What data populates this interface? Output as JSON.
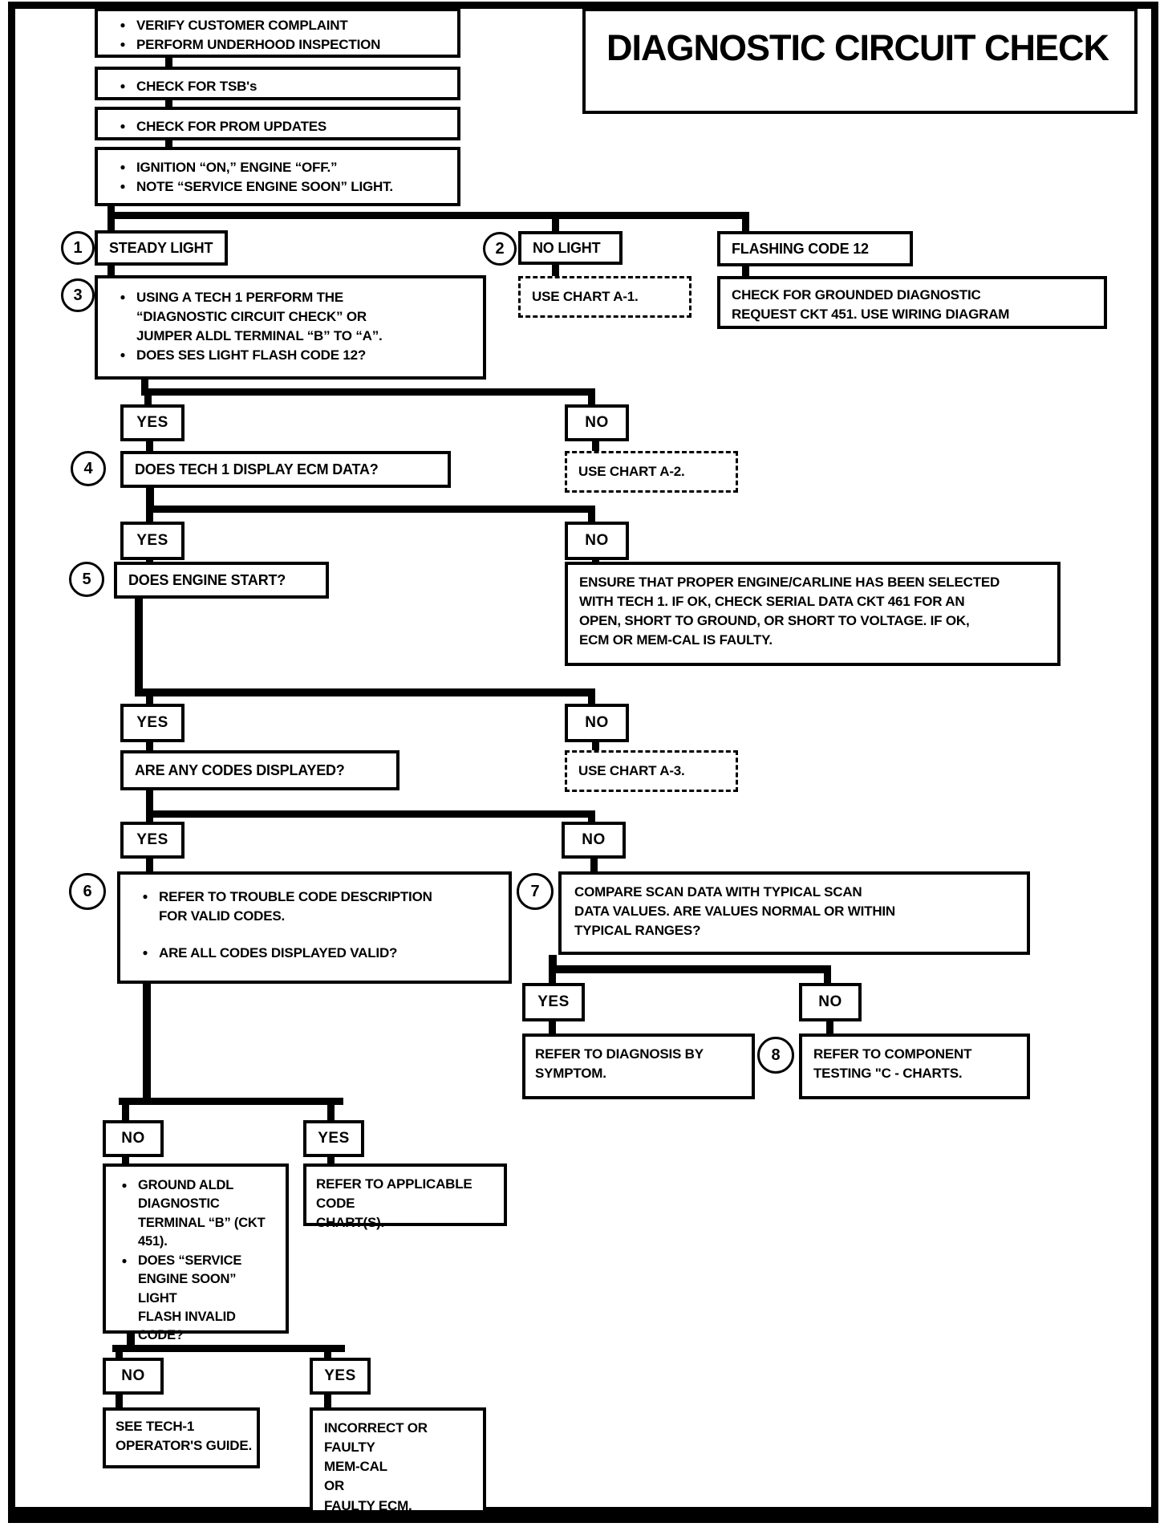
{
  "title": "DIAGNOSTIC CIRCUIT CHECK",
  "glyphs": {
    "bullet": "●"
  },
  "labels": {
    "yes": "YES",
    "no": "NO"
  },
  "intro": {
    "step1a": "VERIFY CUSTOMER COMPLAINT",
    "step1b": "PERFORM UNDERHOOD INSPECTION",
    "step2": "CHECK FOR TSB's",
    "step3": "CHECK FOR PROM UPDATES",
    "step4a": "IGNITION “ON,” ENGINE  “OFF.”",
    "step4b": "NOTE “SERVICE ENGINE SOON” LIGHT."
  },
  "nodes": {
    "steady": {
      "num": "1",
      "label": "STEADY LIGHT"
    },
    "nolight": {
      "num": "2",
      "label": "NO LIGHT"
    },
    "chart_a1": "USE CHART A-1.",
    "flashing": "FLASHING CODE 12",
    "grounded": "CHECK FOR GROUNDED DIAGNOSTIC\nREQUEST CKT 451.  USE WIRING DIAGRAM",
    "tech1_check": {
      "num": "3",
      "b1": "USING A TECH 1 PERFORM THE\n“DIAGNOSTIC CIRCUIT CHECK” OR\nJUMPER  ALDL TERMINAL “B” TO “A”.",
      "b2": "DOES SES LIGHT FLASH CODE 12?"
    },
    "ecm_data": {
      "num": "4",
      "label": "DOES TECH 1 DISPLAY ECM DATA?"
    },
    "chart_a2": "USE CHART A-2.",
    "engine_start": {
      "num": "5",
      "label": "DOES ENGINE START?"
    },
    "ensure": "ENSURE THAT PROPER ENGINE/CARLINE HAS BEEN SELECTED\nWITH TECH 1.  IF OK, CHECK SERIAL DATA CKT 461 FOR AN\nOPEN, SHORT TO GROUND, OR SHORT TO VOLTAGE.  IF OK,\nECM OR MEM-CAL IS FAULTY.",
    "codes_displayed": "ARE ANY CODES DISPLAYED?",
    "chart_a3": "USE CHART A-3.",
    "valid_codes": {
      "num": "6",
      "b1": "REFER TO  TROUBLE CODE DESCRIPTION\nFOR VALID CODES.",
      "b2": "ARE ALL CODES DISPLAYED  VALID?"
    },
    "scan_data": {
      "num": "7",
      "text": "COMPARE  SCAN DATA WITH TYPICAL  SCAN\nDATA VALUES.  ARE VALUES NORMAL  OR WITHIN\nTYPICAL RANGES?"
    },
    "diagnosis": "REFER TO  DIAGNOSIS BY\nSYMPTOM.",
    "component": {
      "num": "8",
      "text": "REFER TO  COMPONENT\nTESTING \"C - CHARTS."
    },
    "ground_aldl": {
      "b1": "GROUND ALDL\nDIAGNOSTIC\nTERMINAL “B” (CKT\n451).",
      "b2": "DOES “SERVICE\nENGINE SOON” LIGHT\nFLASH INVALID CODE?"
    },
    "applicable": "REFER TO APPLICABLE CODE\nCHART(S).",
    "tech1_guide": "SEE TECH-1\nOPERATOR'S GUIDE.",
    "faulty": "INCORRECT OR FAULTY\nMEM-CAL\nOR\nFAULTY ECM."
  }
}
